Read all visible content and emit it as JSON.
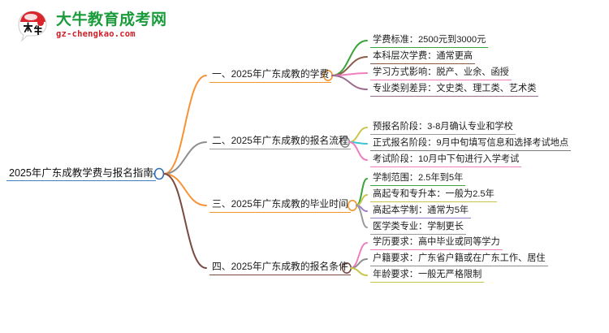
{
  "logo": {
    "icon": "cow-speech-bubble-logo",
    "title": "大牛教育成考网",
    "subtitle": "gz-chengkao.com",
    "title_color": "#1a9b3c",
    "subtitle_color": "#cf2027"
  },
  "mindmap": {
    "root": {
      "label": "2025年广东成教学费与报名指南",
      "underline_color": "#3f7fc1",
      "node_dot_color": "#2f6fb5"
    },
    "branches": [
      {
        "label": "一、2025年广东成教的学费",
        "underline_color": "#f0962d",
        "branch_color": "#f79334",
        "node_dot_color": "#f0962d",
        "children": [
          {
            "label": "学费标准：2500元到3000元",
            "underline_color": "#3aa43a",
            "branch_color": "#3aa43a"
          },
          {
            "label": "本科层次学费：通常更高",
            "underline_color": "#8a5a46",
            "branch_color": "#8a5a46"
          },
          {
            "label": "学习方式影响：脱产、业余、函授",
            "underline_color": "#f07fc0",
            "branch_color": "#f07fc0"
          },
          {
            "label": "专业类别差异：文史类、理工类、艺术类",
            "underline_color": "#9a6b8f",
            "branch_color": "#9a6b8f"
          }
        ]
      },
      {
        "label": "二、2025年广东成教的报名流程",
        "underline_color": "#9a9a9a",
        "branch_color": "#8d8d8d",
        "node_dot_color": "#8d8d8d",
        "children": [
          {
            "label": "预报名阶段：3-8月确认专业和学校",
            "underline_color": "#9a9a9a",
            "branch_color": "#c9c54a"
          },
          {
            "label": "正式报名阶段：9月中旬填写信息和选择考试地点",
            "underline_color": "#7b7b7b",
            "branch_color": "#3cc4d4"
          },
          {
            "label": "考试阶段：10月中下旬进行入学考试",
            "underline_color": "#f07fc0",
            "branch_color": "#f07fc0"
          }
        ]
      },
      {
        "label": "三、2025年广东成教的毕业时间",
        "underline_color": "#f0962d",
        "branch_color": "#f79334",
        "node_dot_color": "#f0962d",
        "children": [
          {
            "label": "学制范围：2.5年到5年",
            "underline_color": "#3aa43a",
            "branch_color": "#3aa43a"
          },
          {
            "label": "高起专和专升本：一般为2.5年",
            "underline_color": "#c9c54a",
            "branch_color": "#c9c54a"
          },
          {
            "label": "高起本学制：通常为5年",
            "underline_color": "#9a7ec9",
            "branch_color": "#9a7ec9"
          },
          {
            "label": "医学类专业：学制更长",
            "underline_color": "#9a9a9a",
            "branch_color": "#9a9a9a"
          }
        ]
      },
      {
        "label": "四、2025年广东成教的报名条件",
        "underline_color": "#7a4a42",
        "branch_color": "#7a4a42",
        "node_dot_color": "#7a4a42",
        "children": [
          {
            "label": "学历要求：高中毕业或同等学力",
            "underline_color": "#f07fc0",
            "branch_color": "#f07fc0"
          },
          {
            "label": "户籍要求：广东省户籍或在广东工作、居住",
            "underline_color": "#8d8d8d",
            "branch_color": "#8d8d8d"
          },
          {
            "label": "年龄要求：一般无严格限制",
            "underline_color": "#c9c54a",
            "branch_color": "#c9c54a"
          }
        ]
      }
    ]
  }
}
